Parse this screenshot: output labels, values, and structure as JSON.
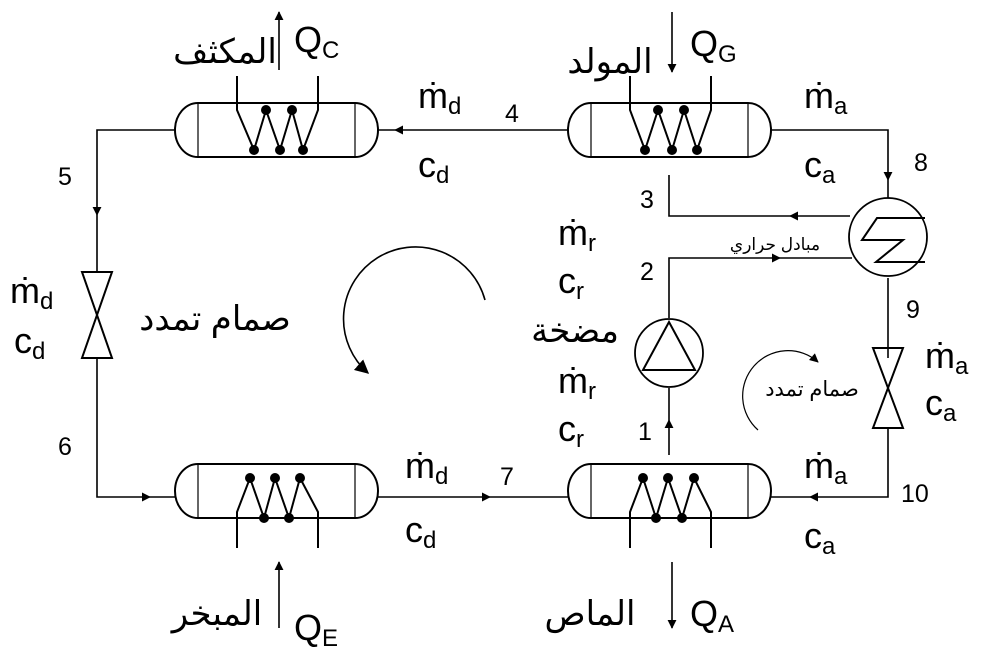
{
  "labels": {
    "condenser": "المكثف",
    "generator": "المولد",
    "evaporator": "المبخر",
    "absorber": "الماص",
    "pump": "مضخة",
    "heat_exchanger": "مبادل حراري",
    "expansion_valve_left": "صمام تمدد",
    "expansion_valve_right": "صمام تمدد"
  },
  "heat_flows": {
    "condenser": {
      "main": "Q",
      "sub": "C"
    },
    "generator": {
      "main": "Q",
      "sub": "G"
    },
    "evaporator": {
      "main": "Q",
      "sub": "E"
    },
    "absorber": {
      "main": "Q",
      "sub": "A"
    }
  },
  "streams": {
    "d": {
      "m": "ṁ",
      "c": "c",
      "sub": "d"
    },
    "a": {
      "m": "ṁ",
      "c": "c",
      "sub": "a"
    },
    "r": {
      "m": "ṁ",
      "c": "c",
      "sub": "r"
    }
  },
  "state_points": [
    "1",
    "2",
    "3",
    "4",
    "5",
    "6",
    "7",
    "8",
    "9",
    "10"
  ]
}
